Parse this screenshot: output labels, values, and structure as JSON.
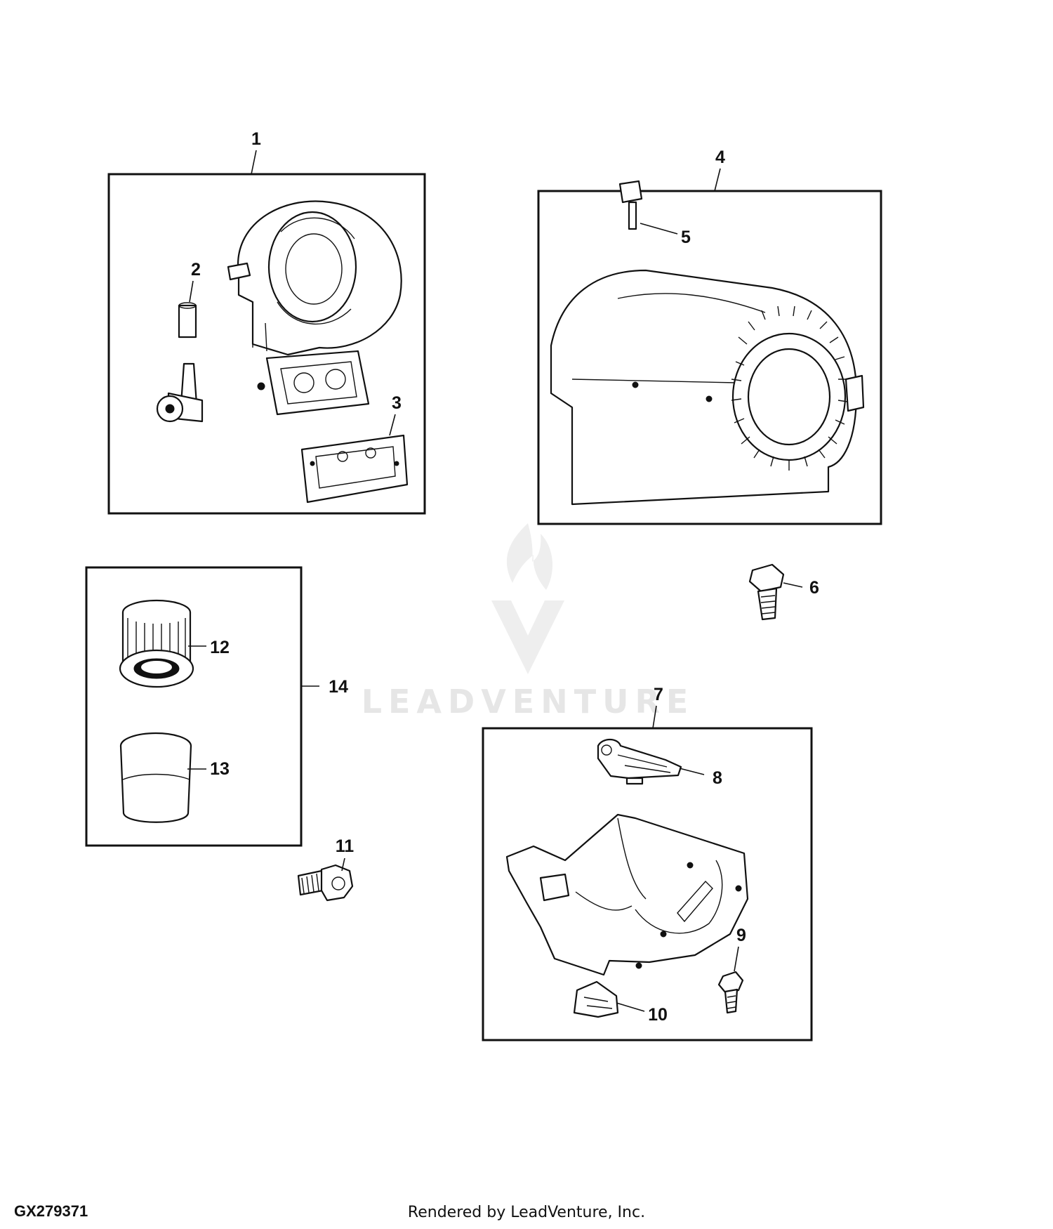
{
  "figure_id": "GX279371",
  "watermark": {
    "text": "LEADVENTURE"
  },
  "footer": {
    "rendered_by": "Rendered by LeadVenture, Inc."
  },
  "callouts": {
    "c1": "1",
    "c2": "2",
    "c3": "3",
    "c4": "4",
    "c5": "5",
    "c6": "6",
    "c7": "7",
    "c8": "8",
    "c9": "9",
    "c10": "10",
    "c11": "11",
    "c12": "12",
    "c13": "13",
    "c14": "14"
  }
}
